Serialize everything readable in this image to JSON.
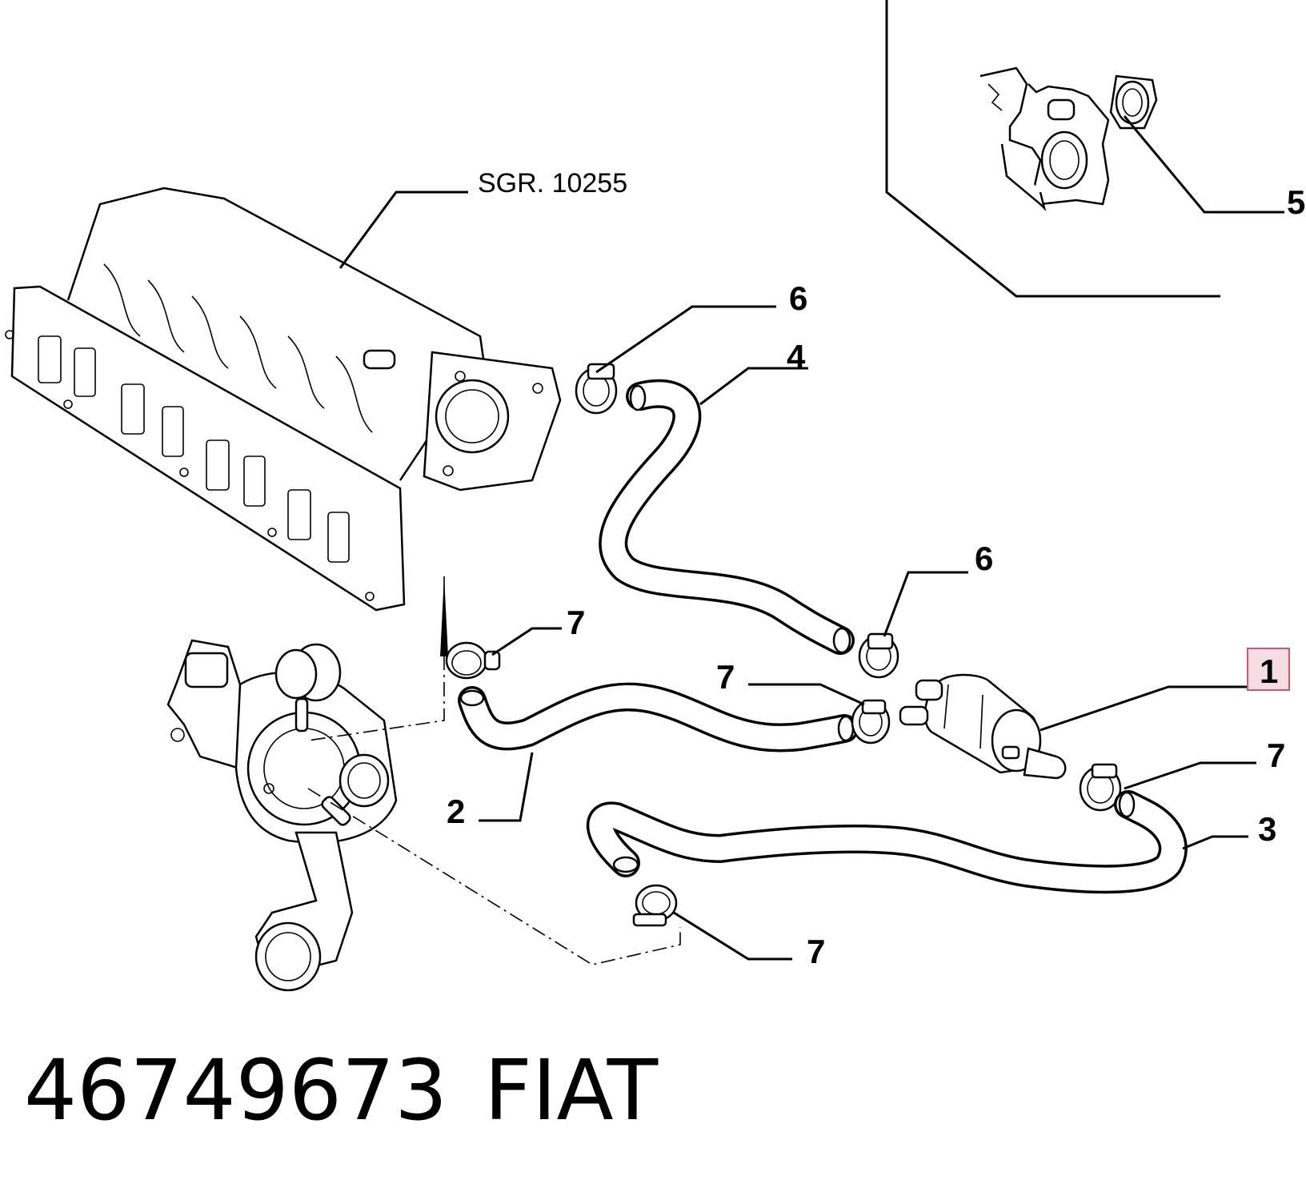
{
  "reference": {
    "text": "SGR. 10255"
  },
  "callouts": {
    "c1": "1",
    "c2": "2",
    "c3": "3",
    "c4": "4",
    "c5": "5",
    "c6a": "6",
    "c6b": "6",
    "c7a": "7",
    "c7b": "7",
    "c7c": "7",
    "c7d": "7"
  },
  "highlighted_callout": "1",
  "footer": {
    "part_number": "46749673",
    "brand": "FIAT"
  },
  "colors": {
    "highlight_fill": "#f6dde3",
    "highlight_border": "#d9536f",
    "line": "#000000"
  }
}
